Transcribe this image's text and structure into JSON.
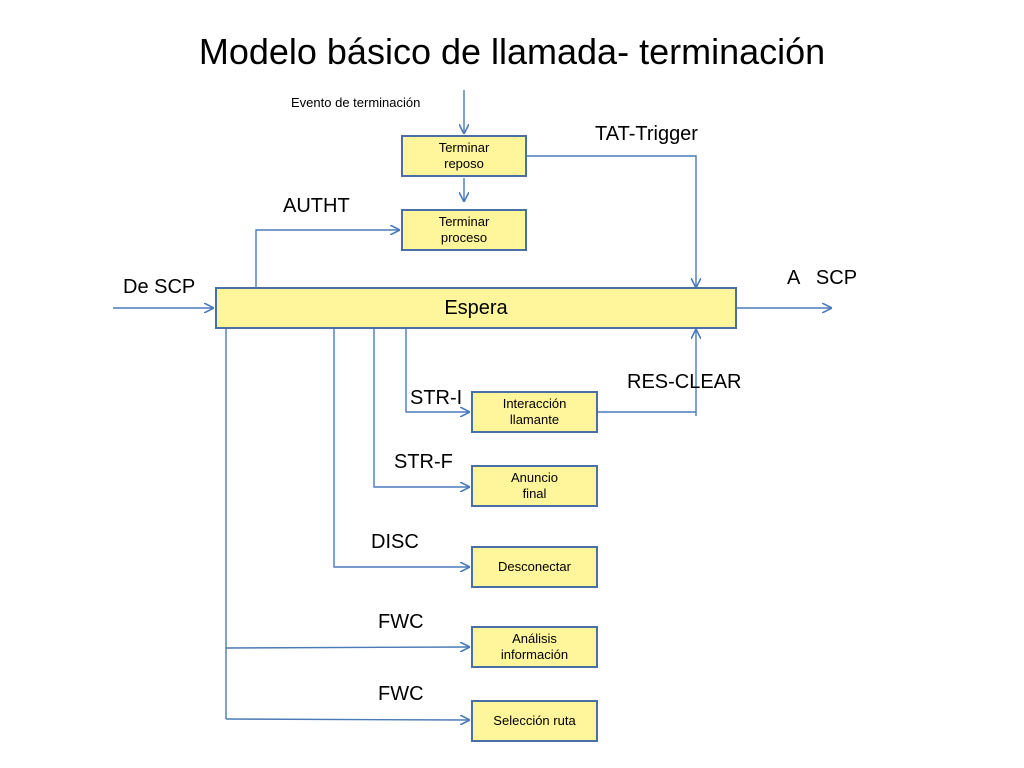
{
  "title": "Modelo básico de llamada- terminación",
  "colors": {
    "box_fill": "#fff59a",
    "box_border": "#4a6fa5",
    "arrow": "#4a7ab8"
  },
  "boxes": {
    "terminar_reposo": "Terminar\nreposo",
    "terminar_proceso": "Terminar\nproceso",
    "espera": "Espera",
    "interaccion_llamante": "Interacción\nllamante",
    "anuncio_final": "Anuncio\nfinal",
    "desconectar": "Desconectar",
    "analisis_informacion": "Análisis\ninformación",
    "seleccion_ruta": "Selección ruta"
  },
  "labels": {
    "evento_terminacion": "Evento de terminación",
    "tat_trigger": "TAT-Trigger",
    "autht": "AUTHT",
    "de_scp": "De SCP",
    "a_scp": "A   SCP",
    "res_clear": "RES-CLEAR",
    "str_i": "STR-I",
    "str_f": "STR-F",
    "disc": "DISC",
    "fwc_1": "FWC",
    "fwc_2": "FWC"
  }
}
